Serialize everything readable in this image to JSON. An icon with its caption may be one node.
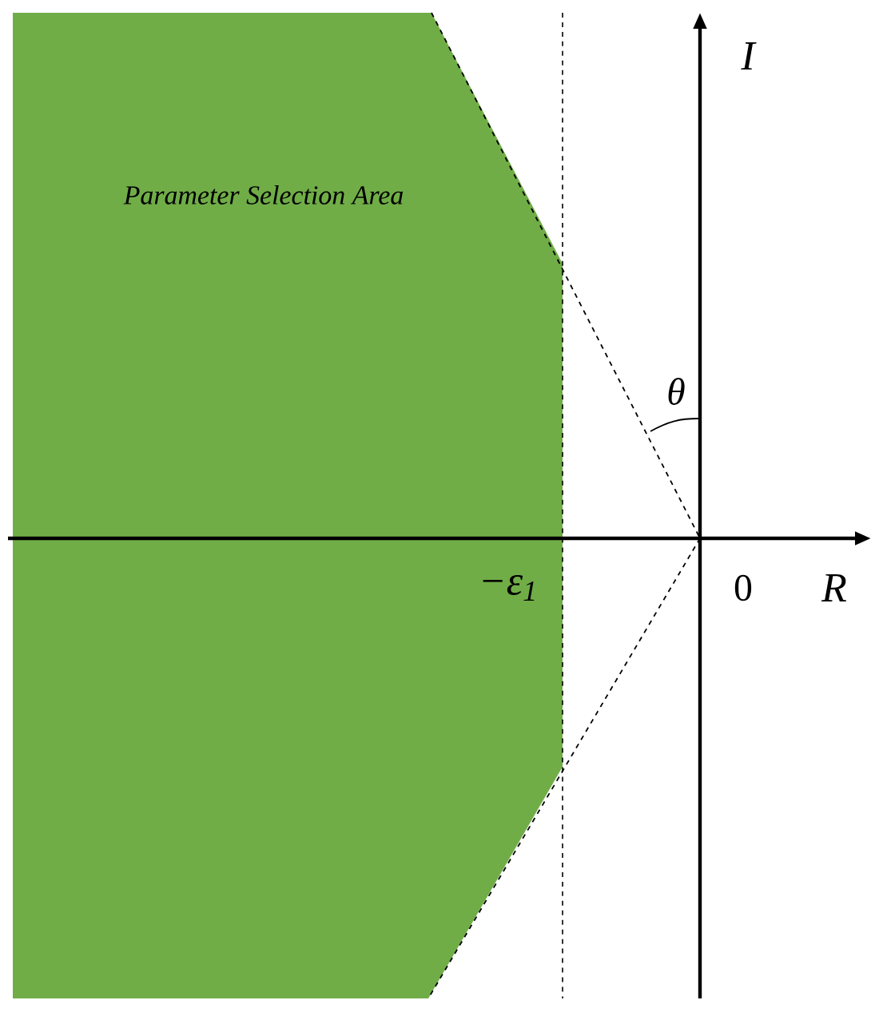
{
  "diagram": {
    "labels": [
      "Parameter Selection Area",
      "I",
      "θ",
      "−ε$_{1}$",
      "0",
      "R"
    ]
  }
}
